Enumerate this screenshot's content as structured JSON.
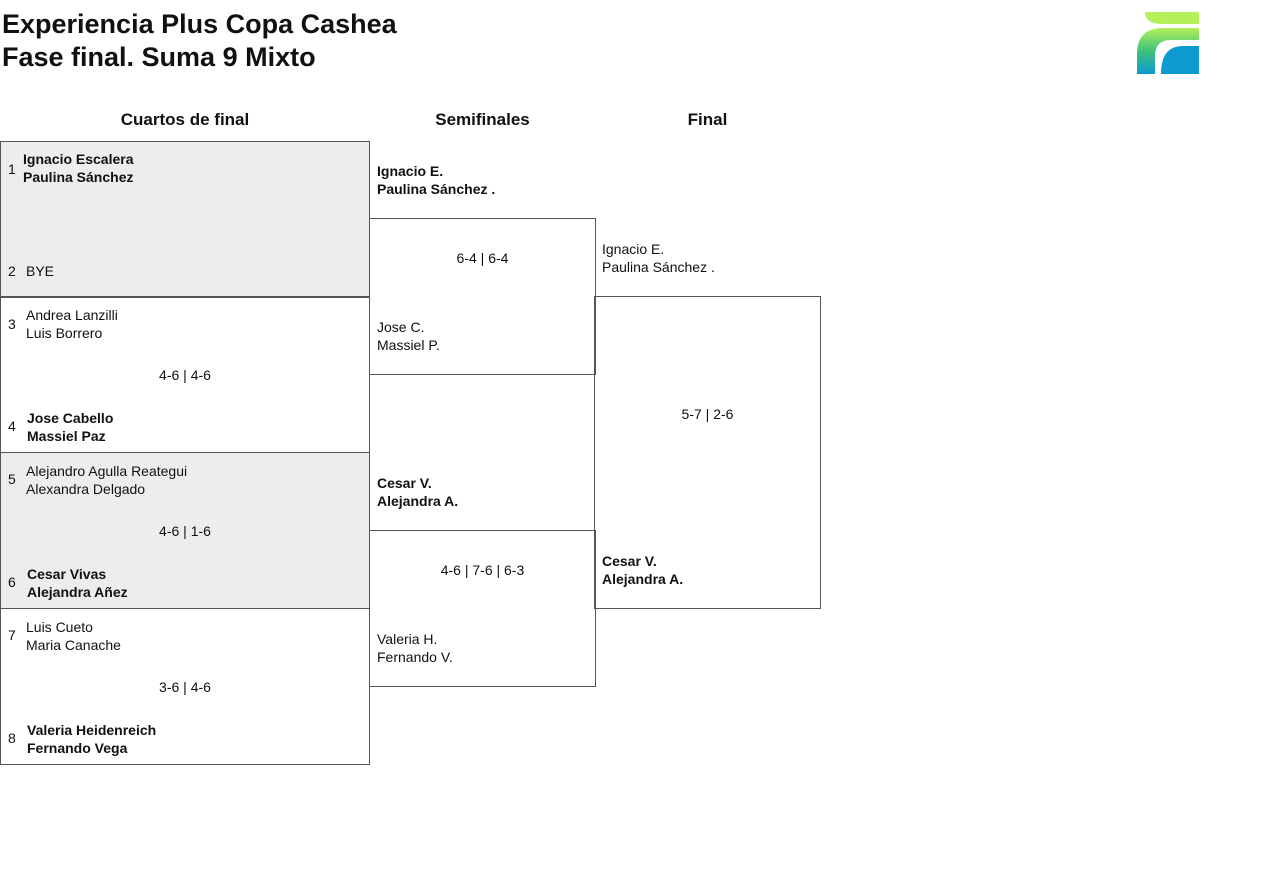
{
  "header": {
    "title_line1": "Experiencia Plus Copa Cashea",
    "title_line2": "Fase final. Suma 9 Mixto",
    "logo_colors": [
      "#b4f05a",
      "#3cc27a",
      "#0d9ad0"
    ]
  },
  "columns": {
    "quarters": "Cuartos de final",
    "semis": "Semifinales",
    "final": "Final"
  },
  "quarterfinals": [
    {
      "top": {
        "seed": "1",
        "player1": "Ignacio Escalera",
        "player2": "Paulina Sánchez"
      },
      "bottom": {
        "seed": "2",
        "player1": "BYE",
        "player2": ""
      },
      "score": ""
    },
    {
      "top": {
        "seed": "3",
        "player1": "Andrea Lanzilli",
        "player2": "Luis Borrero"
      },
      "bottom": {
        "seed": "4",
        "player1": "Jose Cabello",
        "player2": "Massiel Paz"
      },
      "score": "4-6 | 4-6"
    },
    {
      "top": {
        "seed": "5",
        "player1": "Alejandro Agulla Reategui",
        "player2": "Alexandra Delgado"
      },
      "bottom": {
        "seed": "6",
        "player1": "Cesar Vivas",
        "player2": "Alejandra Añez"
      },
      "score": "4-6 | 1-6"
    },
    {
      "top": {
        "seed": "7",
        "player1": "Luis Cueto",
        "player2": "Maria Canache"
      },
      "bottom": {
        "seed": "8",
        "player1": "Valeria Heidenreich",
        "player2": "Fernando Vega"
      },
      "score": "3-6 | 4-6"
    }
  ],
  "semifinals": [
    {
      "top": {
        "player1": "Ignacio E.",
        "player2": "Paulina Sánchez ."
      },
      "bottom": {
        "player1": "Jose C.",
        "player2": "Massiel P."
      },
      "score": "6-4 | 6-4"
    },
    {
      "top": {
        "player1": "Cesar V.",
        "player2": "Alejandra A."
      },
      "bottom": {
        "player1": "Valeria H.",
        "player2": "Fernando V."
      },
      "score": "4-6 | 7-6 | 6-3"
    }
  ],
  "final": {
    "top": {
      "player1": "Ignacio E.",
      "player2": "Paulina Sánchez ."
    },
    "bottom": {
      "player1": "Cesar V.",
      "player2": "Alejandra A."
    },
    "score": "5-7 | 2-6"
  }
}
